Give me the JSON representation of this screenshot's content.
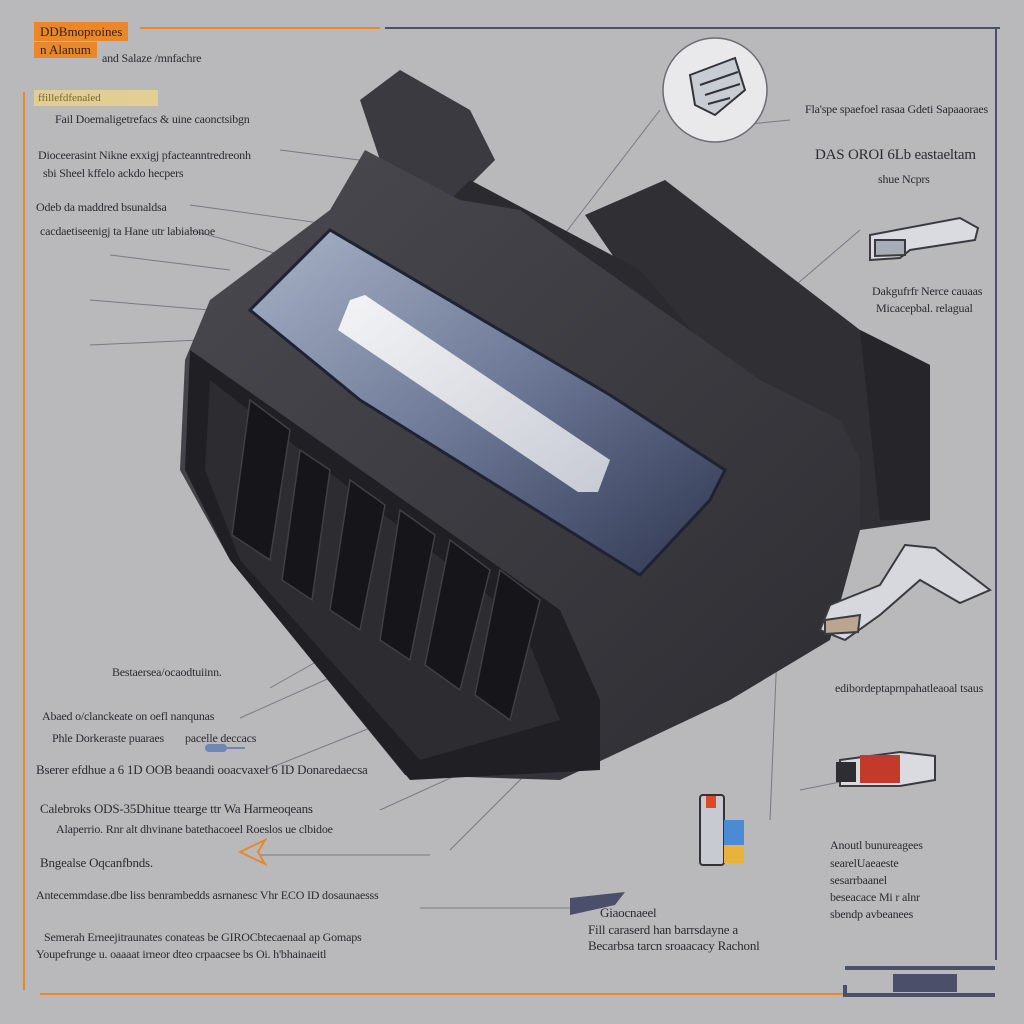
{
  "header": {
    "badge_line1": "DDBmoproines",
    "badge_line2": "n Alanum",
    "subtitle": "and Salaze /mnfachre",
    "highlight_bar": "ffillefdfenaled"
  },
  "left_labels": [
    "Fail Doemaligetrefacs & uine caonctsibgn",
    "Dioceerasint Nikne exxigj pfacteanntredreonh",
    "sbi Sheel kffelo ackdo hecpers",
    "Odeb da maddred bsunaldsa",
    "cacdaetiseenigj ta Hane utr labialonoe",
    "Bestaersea/ocaodtuiinn.",
    "Abaed o/clanckeate on oefl nanqunas",
    "Phle Dorkeraste puaraes",
    "Bserer efdhue a 6 1D OOB beaandi ooacvaxel 6 ID Donaredaecsa",
    "Calebroks ODS-35Dhitue ttearge ttr Wa Harmeoqeans",
    "Alaperrio. Rnr alt dhvinane batethacoeel Roeslos ue clbidoe",
    "Bngealse Oqcanfbnds.",
    "Antecemmdase.dbe liss benrambedds asrnanesc Vhr ECO ID dosaunaesss",
    "Semerah Erneejitraunates conateas be GIROCbtecaenaal ap Gomaps",
    "Youpefrunge u. oaaaat irneor dteo crpaacsee bs Oi. h'bhainaeitl"
  ],
  "small_pin_label": "pacelle deccacs",
  "right_labels": [
    "Fla'spe spaefoel rasaa Gdeti Sapaaoraes",
    "DAS OROI 6Lb eastaeltam",
    "shue Ncprs",
    "Dakgufrfr Nerce cauaas",
    "Micacepbal. relagual",
    "edibordeptaprnpahatleaoal tsaus",
    "Anoutl bunureagees",
    "searelUaeaeste",
    "sesarrbaanel",
    "beseacace Mi r alnr",
    "sbendp avbeanees"
  ],
  "bottom_right": {
    "title": "Giaocnaeel",
    "line1": "Fill caraserd han barrsdayne a",
    "line2": "Becarbsa tarcn sroaacacy Rachonl"
  },
  "colors": {
    "background": "#b9b9bb",
    "accent": "#e8882b",
    "device_body": "#3b3b40",
    "frame": "#4b4f6a"
  }
}
